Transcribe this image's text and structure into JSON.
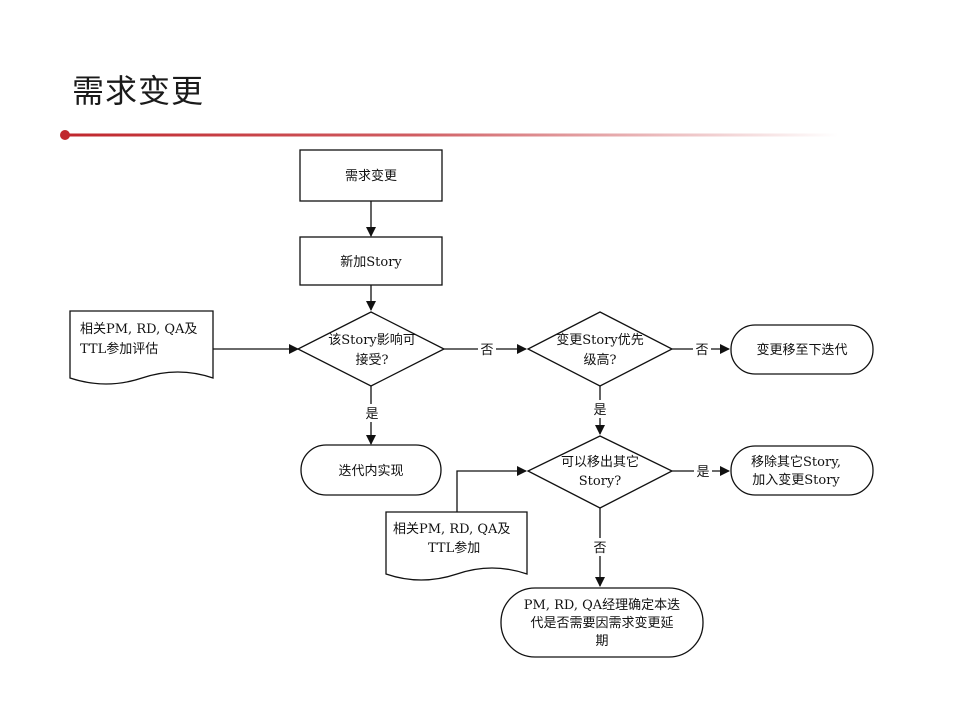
{
  "slide": {
    "title": "需求变更",
    "accent_color": "#c0272d"
  },
  "flowchart": {
    "nodes": {
      "req_change": "需求变更",
      "new_story": "新加Story",
      "doc_eval_line1": "相关PM, RD, QA及",
      "doc_eval_line2": "TTL参加评估",
      "decision_impact_line1": "该Story影响可",
      "decision_impact_line2": "接受?",
      "implement": "迭代内实现",
      "decision_priority_line1": "变更Story优先",
      "decision_priority_line2": "级高?",
      "move_next": "变更移至下迭代",
      "decision_remove_line1": "可以移出其它",
      "decision_remove_line2": "Story?",
      "remove_add_line1": "移除其它Story,",
      "remove_add_line2": "加入变更Story",
      "doc_join_line1": "相关PM, RD, QA及",
      "doc_join_line2": "TTL参加",
      "confirm_line1": "PM, RD, QA经理确定本迭",
      "confirm_line2": "代是否需要因需求变更延",
      "confirm_line3": "期"
    },
    "edge_labels": {
      "no1": "否",
      "yes1": "是",
      "no2": "否",
      "yes2": "是",
      "yes3": "是",
      "no3": "否"
    }
  }
}
